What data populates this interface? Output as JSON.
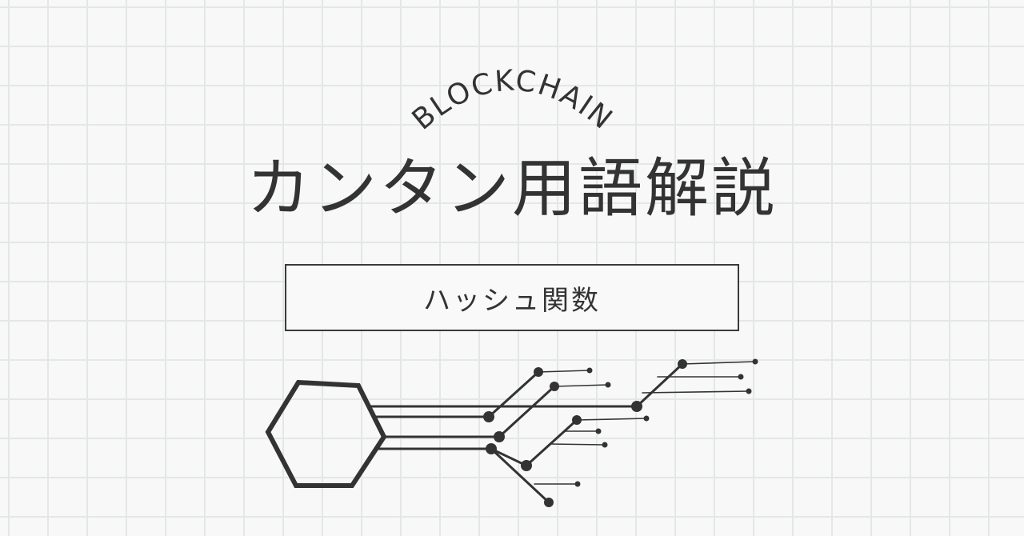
{
  "arc_label": "BLOCKCHAIN",
  "title": "カンタン用語解説",
  "term": "ハッシュ関数",
  "icons": [
    "hexagon-circuit-icon"
  ],
  "colors": {
    "ink": "#333333",
    "grid": "#e3e8e6",
    "background": "#f7f8f7"
  }
}
